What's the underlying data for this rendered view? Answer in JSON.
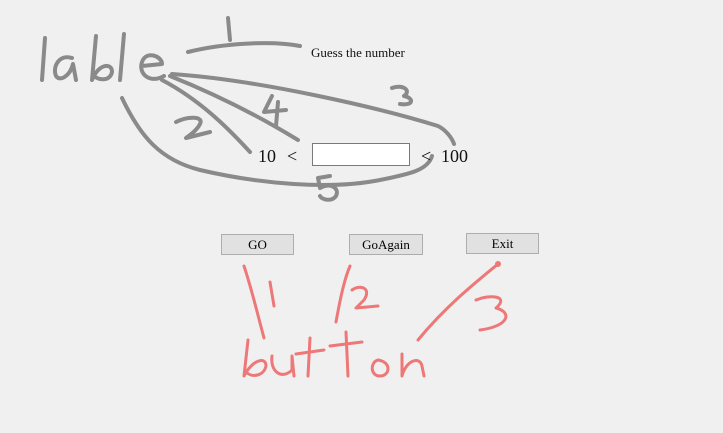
{
  "form": {
    "title": "Guess the number",
    "low": "10",
    "lt_left": "<",
    "lt_right": "<",
    "high": "100",
    "guess_value": ""
  },
  "buttons": {
    "go": "GO",
    "goagain": "GoAgain",
    "exit": "Exit"
  },
  "annotations": {
    "label_note": "lable",
    "button_note": "button",
    "label_numbers": [
      "1",
      "2",
      "3",
      "4",
      "5"
    ],
    "button_numbers": [
      "1",
      "2",
      "3"
    ],
    "gray_color": "#8a8a8a",
    "red_color": "#ee7777"
  }
}
